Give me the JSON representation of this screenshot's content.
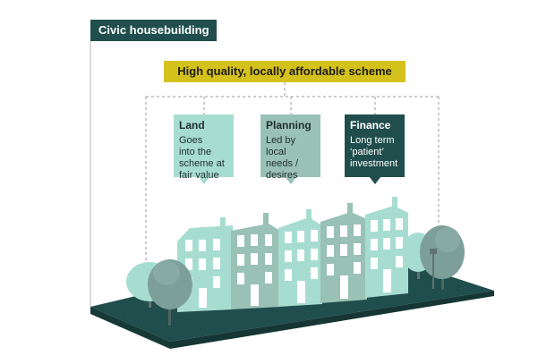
{
  "title": "Civic housebuilding",
  "scheme": "High quality, locally affordable scheme",
  "cards": [
    {
      "heading": "Land",
      "body": "Goes\ninto the\nscheme at\nfair value"
    },
    {
      "heading": "Planning",
      "body": "Led by\nlocal\nneeds /\ndesires"
    },
    {
      "heading": "Finance",
      "body": "Long term\n‘patient’\ninvestment"
    }
  ],
  "colors": {
    "dark_teal": "#1f4e4c",
    "yellow": "#d5c11c",
    "mint": "#a7ddd0",
    "sage": "#99c1b5",
    "dashed_line": "#9a9a9a"
  }
}
